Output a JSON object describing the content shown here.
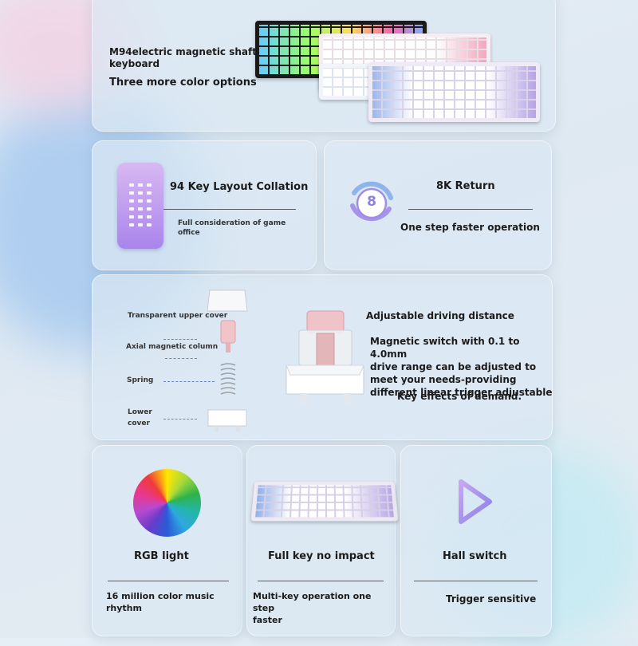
{
  "colors": {
    "accent_purple": "#9c8ee8",
    "accent_dash": "#6b84c9",
    "card_bg": "#dae8f2",
    "text_dark": "#1b1b1b",
    "pink_switch": "#f0c9cc"
  },
  "top_card": {
    "product_line1": "M94electric magnetic shaft",
    "product_line2": "keyboard",
    "color_options": "Three more color options",
    "keyboard_images": [
      "black-rgb-keyboard-image",
      "white-pink-keyboard-image",
      "white-blue-keyboard-image",
      "lavender-blue-keyboard-image"
    ]
  },
  "layout_card": {
    "icon": "key-layout-icon",
    "title": "94 Key Layout Collation",
    "desc_line1": "Full consideration of game",
    "desc_line2": "office"
  },
  "return_card": {
    "icon": "eight-k-return-icon",
    "icon_glyph": "8",
    "title": "8K Return",
    "subtitle": "One step faster operation"
  },
  "switch_card": {
    "labels": {
      "upper": "Transparent upper cover",
      "axial": "Axial magnetic column",
      "spring": "Spring",
      "lower_1": "Lower",
      "lower_2": "cover"
    },
    "title": "Adjustable driving distance",
    "desc_line1": "Magnetic switch with 0.1 to 4.0mm",
    "desc_line2": "drive range can be adjusted to",
    "desc_line3": "meet your needs-providing",
    "desc_line4": "different linear trigger adjustable",
    "desc_line5": "Key effects of demand."
  },
  "rgb_card": {
    "icon": "color-wheel-icon",
    "title": "RGB light",
    "desc_line1": "16 million color music",
    "desc_line2": "rhythm"
  },
  "impact_card": {
    "icon": "keyboard-image",
    "title": "Full key no impact",
    "desc_line1": "Multi-key operation one step",
    "desc_line2": "faster"
  },
  "hall_card": {
    "icon": "play-triangle-icon",
    "title": "Hall switch",
    "desc": "Trigger sensitive"
  }
}
